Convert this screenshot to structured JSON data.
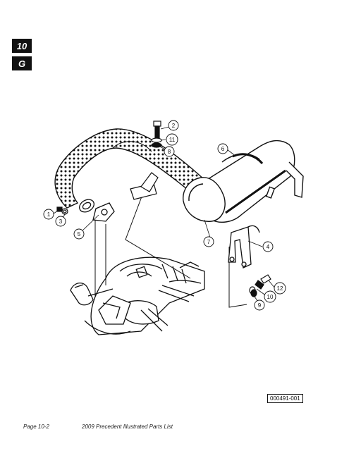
{
  "header": {
    "section_number": "10",
    "section_letter": "G"
  },
  "diagram": {
    "callouts": [
      "1",
      "2",
      "3",
      "4",
      "5",
      "6",
      "7",
      "8",
      "9",
      "10",
      "11",
      "12"
    ],
    "figure_id": "000491-001"
  },
  "footer": {
    "page": "Page 10-2",
    "title": "2009 Precedent Illustrated Parts List"
  }
}
